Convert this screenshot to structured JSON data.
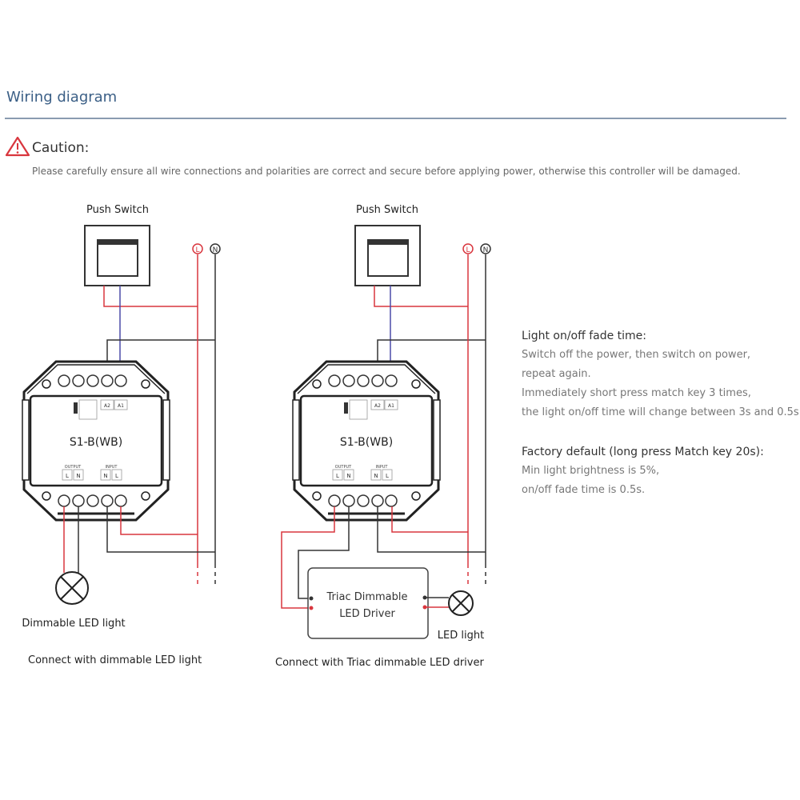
{
  "header": {
    "title": "Wiring diagram"
  },
  "caution": {
    "icon": "warning-triangle-icon",
    "label": "Caution:",
    "text": "Please carefully ensure all wire connections and polarities are correct and secure before applying power, otherwise this controller will be damaged."
  },
  "colors": {
    "live_wire": "#d9363e",
    "neutral_wire": "#333333",
    "switch_wire": "#4a4aa8",
    "title": "#3b5f86"
  },
  "device": {
    "model": "S1-B(WB)",
    "a2": "A2",
    "a1": "A1",
    "output_label": "OUTPUT",
    "input_label": "INPUT",
    "out_l": "L",
    "out_n": "N",
    "in_n": "N",
    "in_l": "L"
  },
  "terminals": {
    "live": "L",
    "neutral": "N"
  },
  "diagrams": [
    {
      "switch_label": "Push Switch",
      "load_label": "Dimmable LED light",
      "caption": "Connect with dimmable LED light"
    },
    {
      "switch_label": "Push Switch",
      "driver_label_1": "Triac Dimmable",
      "driver_label_2": "LED Driver",
      "load_label": "LED light",
      "caption": "Connect with Triac dimmable LED driver"
    }
  ],
  "side": {
    "fade_title": "Light on/off fade time:",
    "fade_lines": [
      "Switch off the power, then switch on power,",
      "repeat again.",
      "Immediately short press match key 3 times,",
      "the light on/off time will change between 3s and 0.5s."
    ],
    "default_title": "Factory default (long press Match key 20s):",
    "default_lines": [
      "Min light brightness is 5%,",
      "on/off fade time is 0.5s."
    ]
  }
}
